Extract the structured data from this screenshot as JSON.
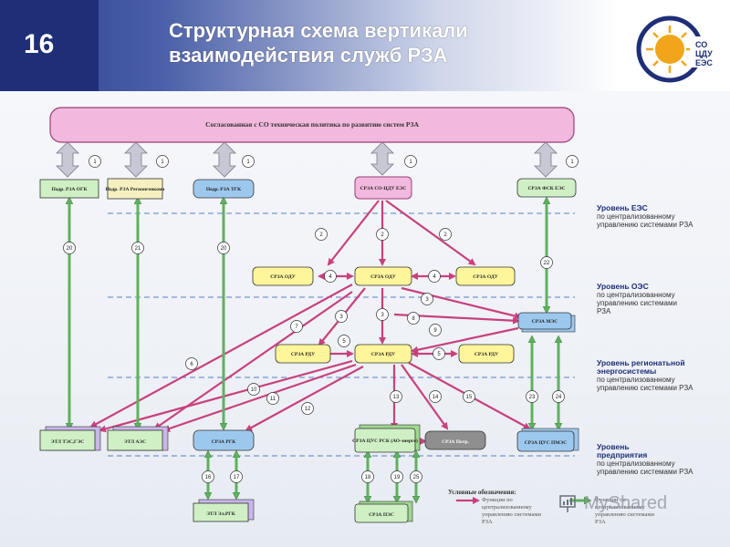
{
  "header": {
    "slide_number": "16",
    "title_line1": "Структурная схема вертикали",
    "title_line2": "взаимодействия служб РЗА",
    "logo_line1": "СО",
    "logo_line2": "ЦДУ",
    "logo_line3": "ЕЭС"
  },
  "diagram": {
    "top_bar": "Согласованная с СО техническая политика по развитию систем РЗА",
    "nodes": {
      "ogk": "Подр. РЗА ОГК",
      "reg": "Подр. РЗА Регионгенкома",
      "tgk": "Подр. РЗА ТГК",
      "socdu": "СРЗА СО-ЦДУ ЕЭС",
      "fsk": "СРЗА ФСК ЕЭС",
      "odu_left": "СРЗА ОДУ",
      "odu_mid": "СРЗА ОДУ",
      "odu_right": "СРЗА ОДУ",
      "mes": "СРЗА МЭС",
      "rdu_left": "СРЗА РДУ",
      "rdu_mid": "СРЗА РДУ",
      "rdu_right": "СРЗА РДУ",
      "etl_tes": "ЭТЛ ТЭС,ГЭС",
      "etl_aes": "ЭТЛ АЭС",
      "rgk": "СРЗА РГК",
      "rsk": "СРЗА ЦУС РСК (АО-энерго)",
      "potr": "СРЗА Потр.",
      "pmes": "СРЗА ЦУС ПМЭС",
      "etl_rgk": "ЭТЛ Эл.РГК",
      "pes": "СРЗА ПЭС"
    },
    "badges": [
      "1",
      "1",
      "1",
      "1",
      "1",
      "20",
      "21",
      "20",
      "2",
      "2",
      "2",
      "22",
      "4",
      "4",
      "3",
      "3",
      "3",
      "8",
      "9",
      "7",
      "5",
      "5",
      "6",
      "10",
      "11",
      "12",
      "13",
      "14",
      "15",
      "23",
      "24",
      "16",
      "17",
      "18",
      "19",
      "25"
    ]
  },
  "levels": {
    "ees_title": "Уровень ЕЭС",
    "ees_text1": "по централизованному",
    "ees_text2": "управлению системами РЗА",
    "oes_title": "Уровень ОЭС",
    "oes_text1": "по централизованному",
    "oes_text2": "управлению системами",
    "oes_text3": "РЗА",
    "reg_title1": "Уровень регионатьной",
    "reg_title2": "энергосистемы",
    "reg_text1": "по централизованному",
    "reg_text2": "управлению системами РЗА",
    "pred_title1": "Уровень",
    "pred_title2": "предприятия",
    "pred_text1": "по централизованному",
    "pred_text2": "управлению системами РЗА"
  },
  "legend": {
    "title": "Условные обозначения:",
    "item1_1": "Функции по",
    "item1_2": "централизованному",
    "item1_3": "управлению системами",
    "item1_4": "РЗА",
    "item2_1": "Функции по",
    "item2_2": "централизованному",
    "item2_3": "управлению системами",
    "item2_4": "РЗА"
  },
  "watermark": "MyShared",
  "colors": {
    "header_dark": "#1e2f78",
    "top_bar_fill": "#f2b8dd",
    "node_yellow": "#fff59a",
    "node_green": "#cff0c4",
    "node_blue": "#9dc8ee",
    "node_purple": "#c8b6e8",
    "arrow_pink": "#c8417d",
    "arrow_green": "#8bd38b"
  }
}
